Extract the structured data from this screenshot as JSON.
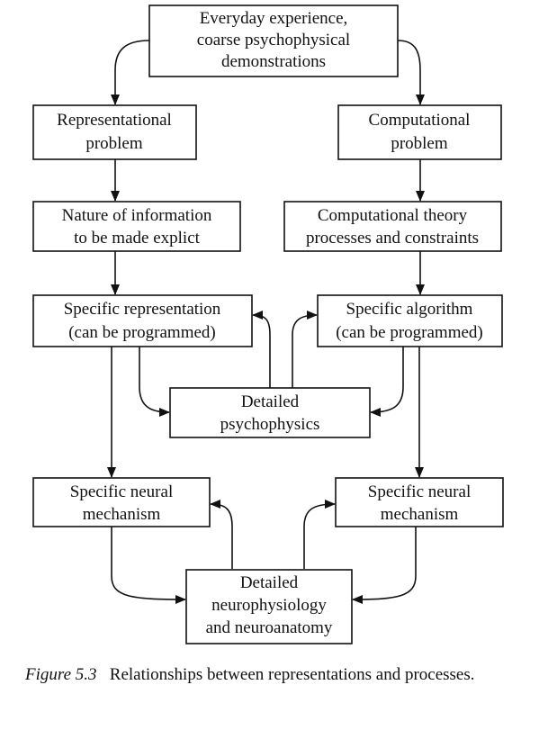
{
  "nodes": {
    "everyday": [
      "Everyday experience,",
      "coarse psychophysical",
      "demonstrations"
    ],
    "rep_problem": [
      "Representational",
      "problem"
    ],
    "comp_problem": [
      "Computational",
      "problem"
    ],
    "nature_info": [
      "Nature of information",
      "to be made explict"
    ],
    "comp_theory": [
      "Computational theory",
      "processes and constraints"
    ],
    "spec_rep": [
      "Specific representation",
      "(can be programmed)"
    ],
    "spec_alg": [
      "Specific algorithm",
      "(can be programmed)"
    ],
    "psychophysics": [
      "Detailed",
      "psychophysics"
    ],
    "neural_left": [
      "Specific neural",
      "mechanism"
    ],
    "neural_right": [
      "Specific neural",
      "mechanism"
    ],
    "neurophys": [
      "Detailed",
      "neurophysiology",
      "and neuroanatomy"
    ]
  },
  "caption": {
    "label": "Figure 5.3",
    "text": "Relationships between representations and processes."
  }
}
